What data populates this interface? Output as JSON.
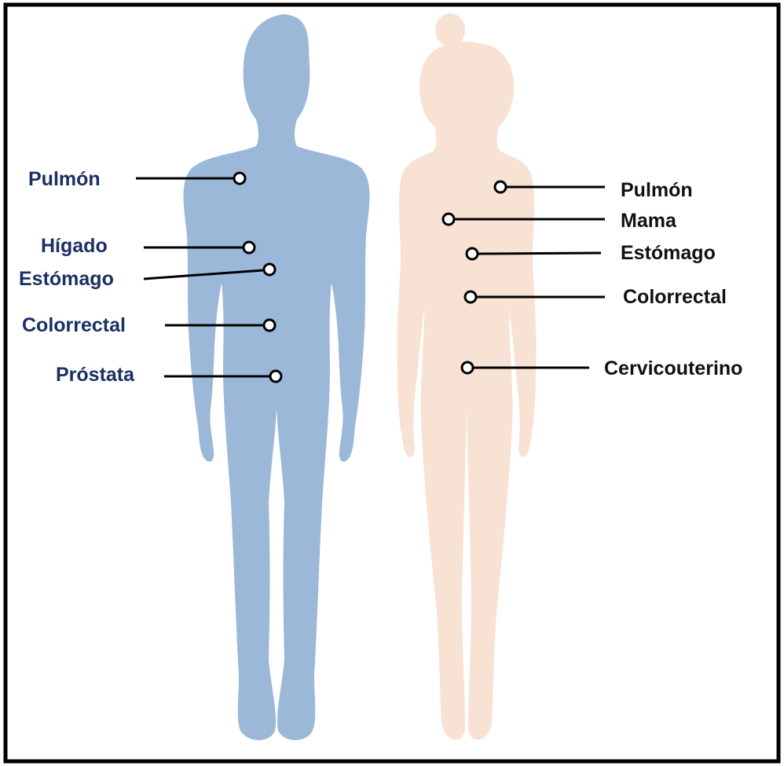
{
  "colors": {
    "male_body": "#9cb8d9",
    "female_body": "#f8e2d3",
    "male_label": "#1c2f63",
    "female_label": "#111111",
    "frame": "#000000"
  },
  "male": {
    "labels": {
      "pulmon": "Pulmón",
      "higado": "Hígado",
      "estomago": "Estómago",
      "colorrectal": "Colorrectal",
      "prostata": "Próstata"
    }
  },
  "female": {
    "labels": {
      "pulmon": "Pulmón",
      "mama": "Mama",
      "estomago": "Estómago",
      "colorrectal": "Colorrectal",
      "cervicouterino": "Cervicouterino"
    }
  }
}
